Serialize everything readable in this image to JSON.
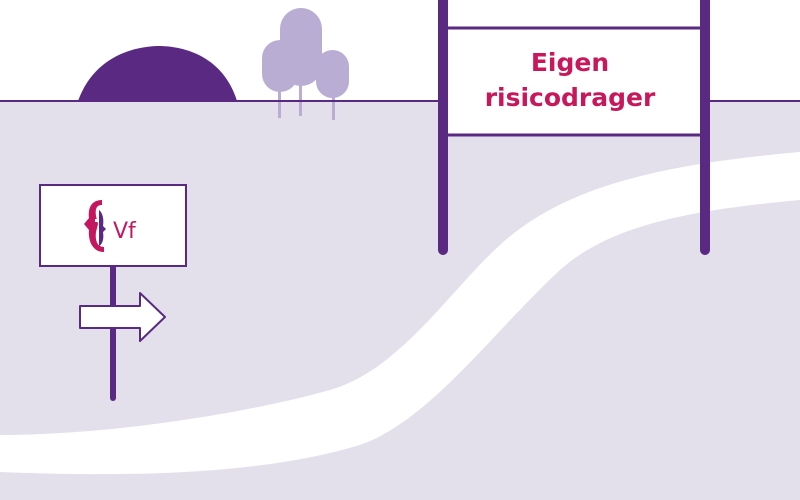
{
  "colors": {
    "sky": "#ffffff",
    "ground": "#e3e0ec",
    "path": "#ffffff",
    "purple_dark": "#5a2a82",
    "tree_light": "#b9add3",
    "text_accent": "#c8175a",
    "logo_magenta": "#c41760"
  },
  "big_sign": {
    "line1": "Eigen",
    "line2": "risicodrager"
  },
  "small_sign": {
    "logo_text": "Vf"
  },
  "arrow": {
    "direction": "right",
    "icon": "arrow-right-icon"
  }
}
